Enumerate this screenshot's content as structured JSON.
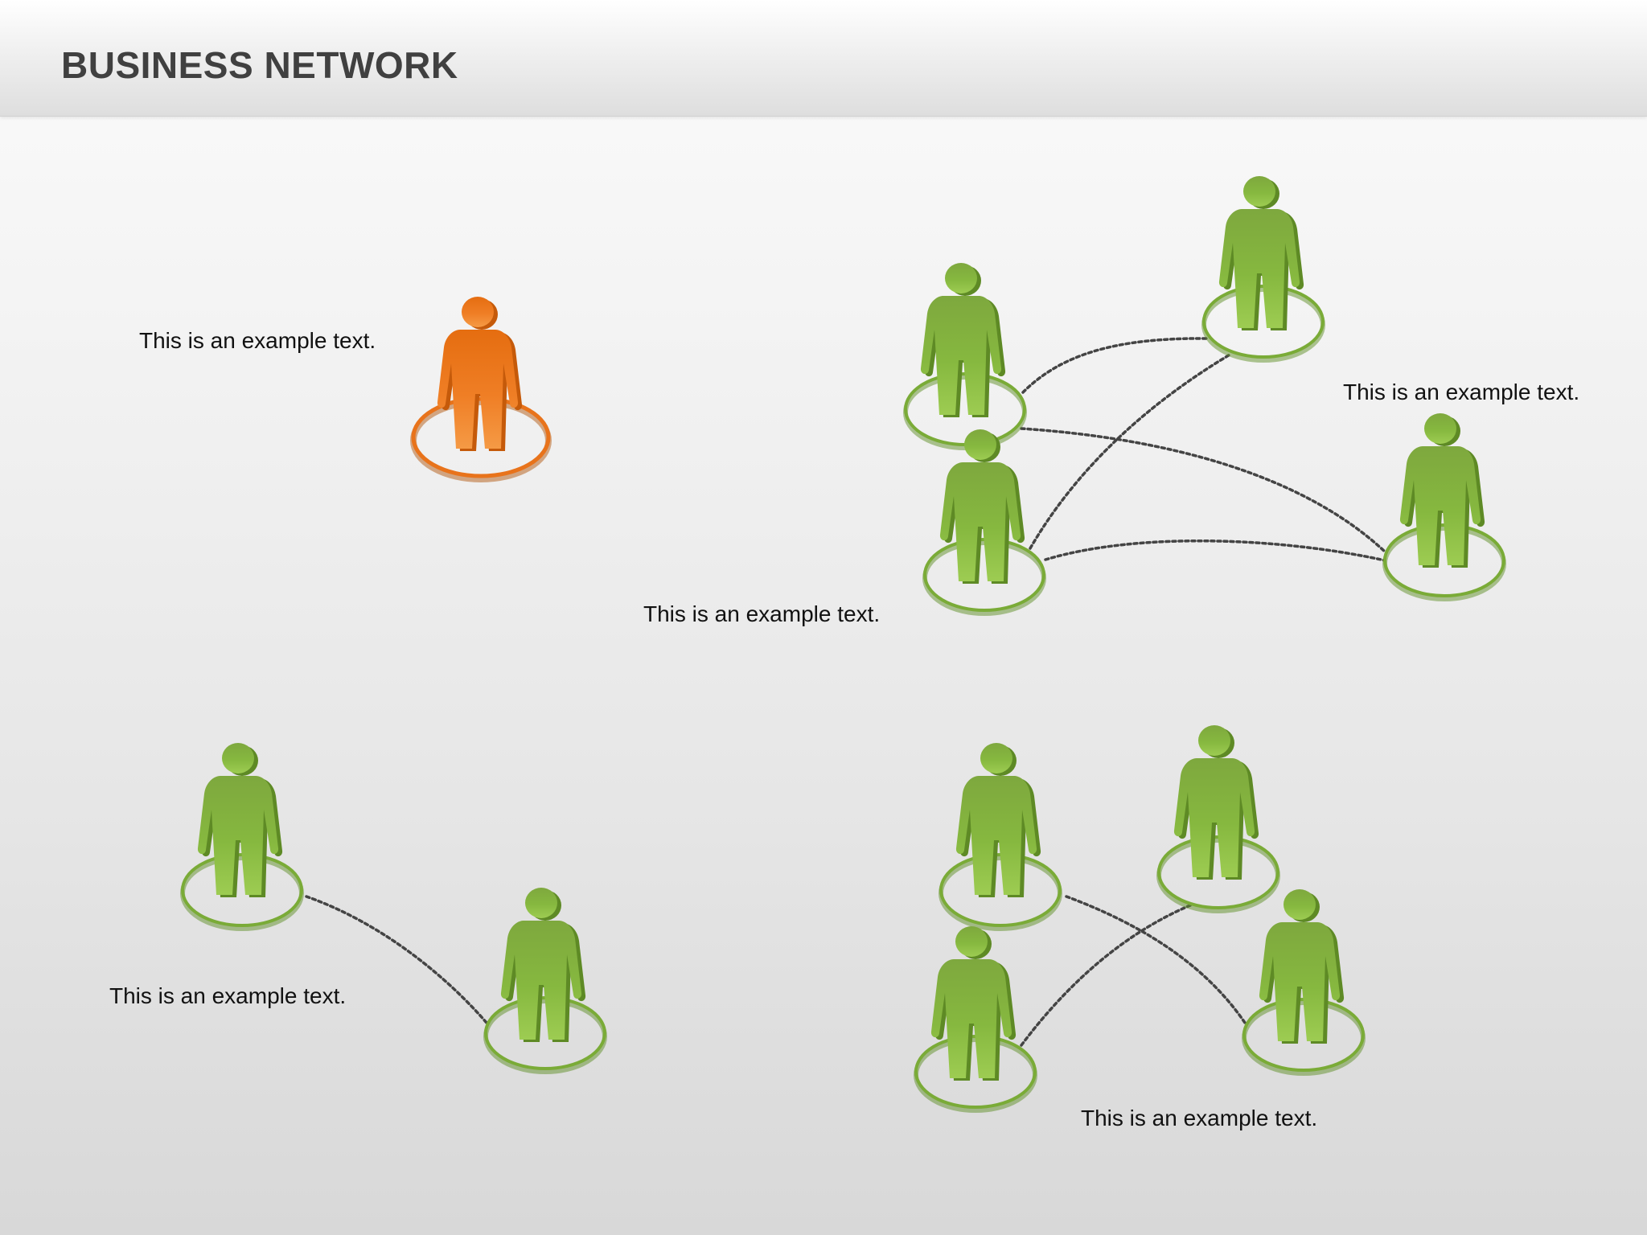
{
  "header": {
    "title": "BUSINESS NETWORK"
  },
  "colors": {
    "orange": "#e8731b",
    "green": "#7aab37",
    "green_dark": "#5f8f28",
    "link": "#444444"
  },
  "captions": [
    "This is an example text.",
    "This is an example text.",
    "This is an example text.",
    "This is an example text.",
    "This is an example text."
  ]
}
